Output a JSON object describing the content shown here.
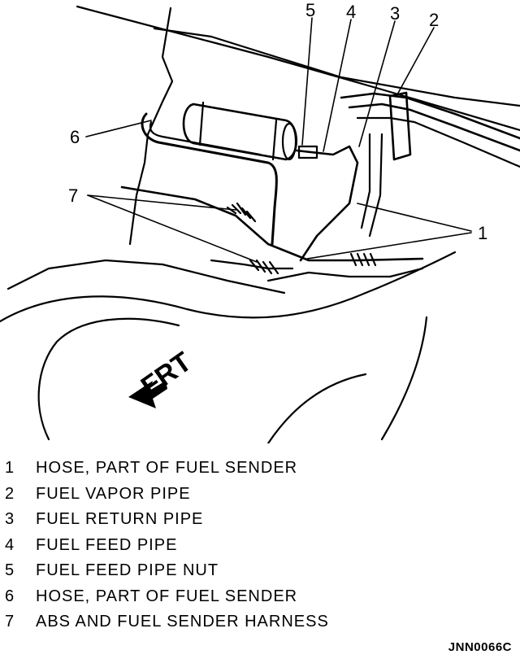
{
  "callouts": {
    "c1": "1",
    "c2": "2",
    "c3": "3",
    "c4": "4",
    "c5": "5",
    "c6": "6",
    "c7": "7"
  },
  "direction_label": "FRT",
  "legend": [
    {
      "num": "1",
      "text": "HOSE, PART OF FUEL SENDER"
    },
    {
      "num": "2",
      "text": "FUEL VAPOR PIPE"
    },
    {
      "num": "3",
      "text": "FUEL RETURN PIPE"
    },
    {
      "num": "4",
      "text": "FUEL FEED PIPE"
    },
    {
      "num": "5",
      "text": "FUEL FEED PIPE NUT"
    },
    {
      "num": "6",
      "text": "HOSE, PART OF FUEL SENDER"
    },
    {
      "num": "7",
      "text": "ABS AND FUEL SENDER HARNESS"
    }
  ],
  "figure_id": "JNN0066C"
}
